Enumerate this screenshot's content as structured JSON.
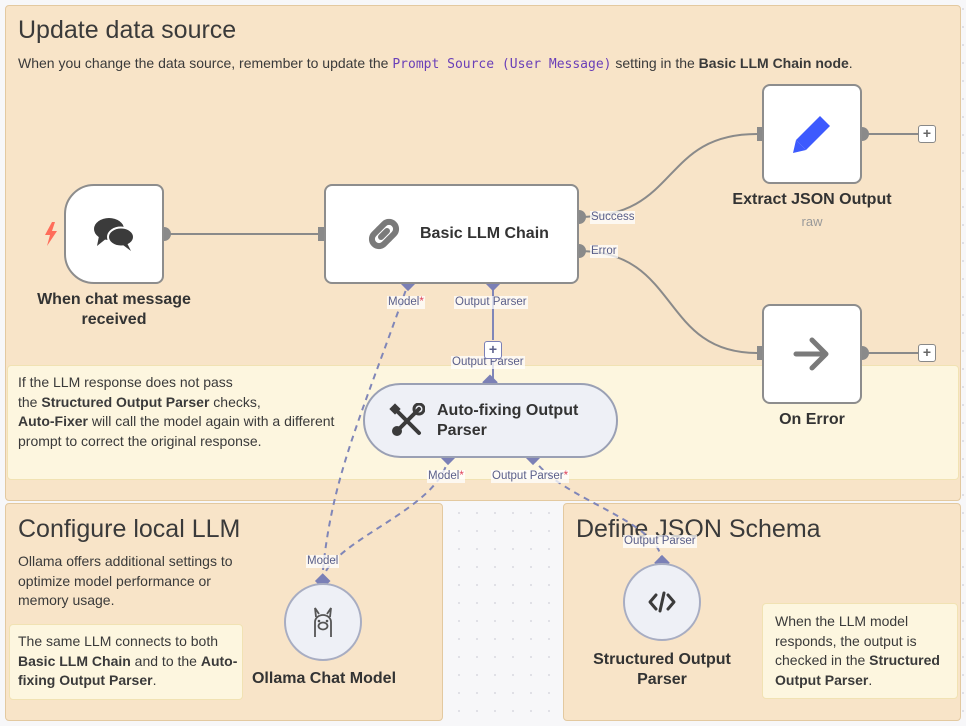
{
  "sticky_update": {
    "title": "Update data source",
    "text_before": "When you change the data source, remember to update the ",
    "code": "Prompt Source (User Message)",
    "text_middle": " setting in the ",
    "text_bold": "Basic LLM Chain node",
    "text_after": "."
  },
  "sticky_autofix": {
    "line1": "If the LLM response does not pass",
    "line2_pre": "the ",
    "line2_bold": "Structured Output Parser",
    "line2_post": " checks,",
    "line3_bold": "Auto-Fixer",
    "line3_post": " will call the model again with a different",
    "line4": "prompt to correct the original response."
  },
  "sticky_local": {
    "title": "Configure local LLM",
    "text": "Ollama offers additional settings to optimize model performance or memory usage."
  },
  "sticky_same_llm": {
    "pre": "The same LLM connects to both ",
    "bold1": "Basic LLM Chain",
    "mid": " and to the ",
    "bold2": "Auto-fixing Output Parser",
    "post": "."
  },
  "sticky_schema": {
    "title": "Define JSON Schema"
  },
  "sticky_responds": {
    "pre": "When the LLM model responds, the output is checked in the ",
    "bold": "Structured Output Parser",
    "post": "."
  },
  "nodes": {
    "trigger": {
      "label": "When chat message received",
      "icon": "chat-bubbles-icon"
    },
    "chain": {
      "label": "Basic LLM Chain",
      "icon": "link-icon"
    },
    "extract": {
      "label": "Extract JSON Output",
      "sub": "raw",
      "icon": "pencil-icon"
    },
    "error": {
      "label": "On Error",
      "icon": "arrow-right-icon"
    },
    "autofix": {
      "label": "Auto-fixing Output Parser",
      "icon": "tools-icon"
    },
    "ollama": {
      "label": "Ollama Chat Model",
      "icon": "llama-icon"
    },
    "parser": {
      "label": "Structured Output Parser",
      "icon": "code-icon"
    }
  },
  "ports": {
    "success": "Success",
    "error": "Error",
    "chain_model": "Model",
    "chain_parser": "Output Parser",
    "autofix_in": "Output Parser",
    "autofix_model": "Model",
    "autofix_parser": "Output Parser",
    "ollama_out": "Model",
    "parser_out": "Output Parser",
    "required_mark": "*"
  },
  "colors": {
    "sticky_orange": "#f8e4c8",
    "sticky_yellow": "#fdf6df",
    "accent_blue": "#3d5afe",
    "trigger_orange": "#ff6d5a",
    "port_purple": "#7b80b6"
  }
}
